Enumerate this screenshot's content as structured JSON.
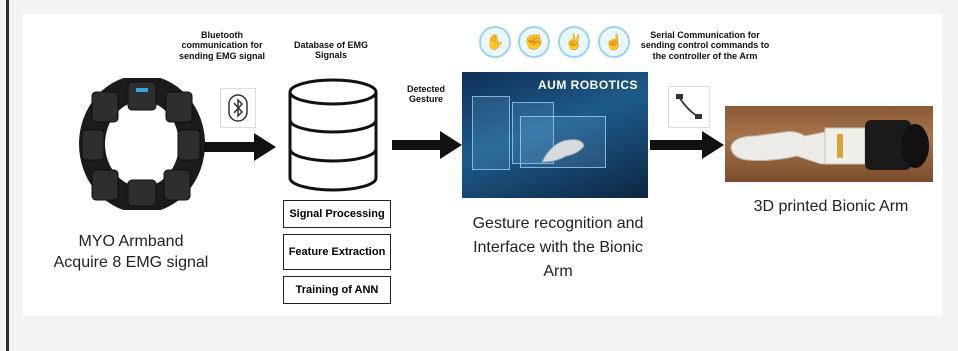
{
  "labels": {
    "bluetooth": "Bluetooth communication for sending EMG signal",
    "database": "Database of EMG Signals",
    "detected": "Detected Gesture",
    "serial": "Serial Communication for sending control commands to the controller of the Arm",
    "myo": "MYO Armband Acquire 8 EMG signal",
    "gesture": "Gesture recognition and Interface with the Bionic Arm",
    "arm": "3D printed Bionic Arm"
  },
  "process_steps": [
    "Signal Processing",
    "Feature Extraction",
    "Training of ANN"
  ],
  "screen": {
    "title": "AUM ROBOTICS"
  },
  "icons": {
    "bluetooth": "bluetooth-icon",
    "serial": "usb-cable-icon",
    "gestures": [
      "gesture-icon",
      "gesture-icon",
      "gesture-icon",
      "gesture-icon"
    ]
  },
  "colors": {
    "arrow": "#111111",
    "screen": "#1d5b8a",
    "gesture_icon": "#9fd3ea"
  }
}
